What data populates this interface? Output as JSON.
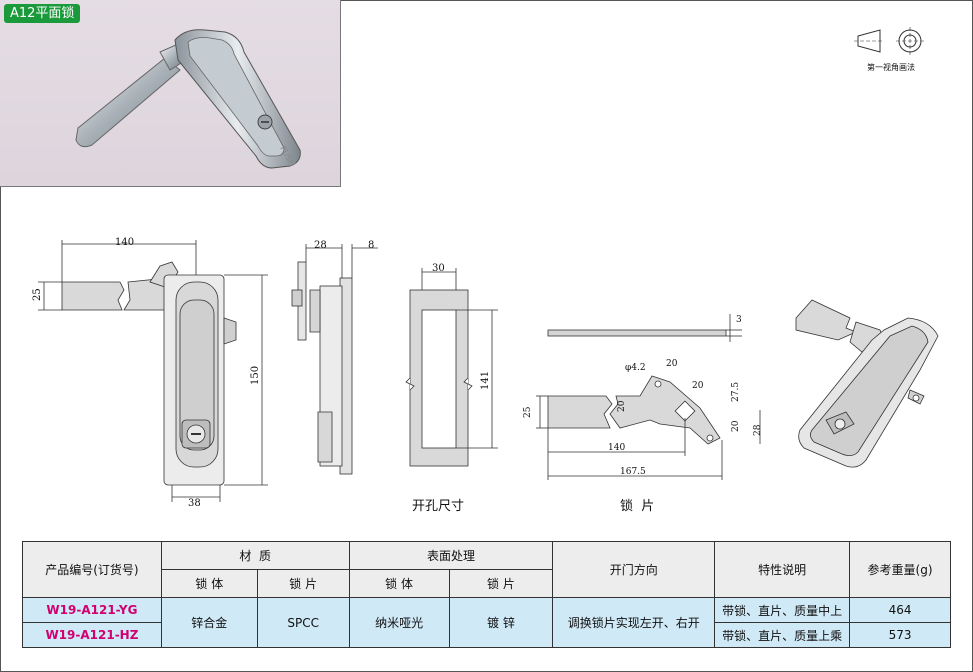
{
  "product_badge": "A12平面锁",
  "projection_label": "第一视角画法",
  "captions": {
    "cutout": "开孔尺寸",
    "plate": "锁  片"
  },
  "dimensions": {
    "front_width": "140",
    "front_height_left": "25",
    "front_height": "150",
    "front_bottom": "38",
    "side_28": "28",
    "side_8": "8",
    "cutout_width": "30",
    "cutout_height": "141",
    "plate_thick": "3",
    "plate_hole": "φ4.2",
    "plate_20a": "20",
    "plate_20b": "20",
    "plate_20c": "20",
    "plate_27_5": "27.5",
    "plate_20d": "20",
    "plate_28": "28",
    "plate_25": "25",
    "plate_140": "140",
    "plate_167_5": "167.5"
  },
  "table": {
    "headers": {
      "product_code": "产品编号(订货号)",
      "material": "材  质",
      "material_body": "锁 体",
      "material_plate": "锁 片",
      "surface": "表面处理",
      "surface_body": "锁 体",
      "surface_plate": "锁 片",
      "door_direction": "开门方向",
      "features": "特性说明",
      "weight": "参考重量(g)"
    },
    "rows": [
      {
        "code": "W19-A121-YG",
        "material_body": "锌合金",
        "material_plate": "SPCC",
        "surface_body": "纳米哑光",
        "surface_plate": "镀 锌",
        "door_direction": "调换锁片实现左开、右开",
        "features": "带锁、直片、质量中上",
        "weight": "464"
      },
      {
        "code": "W19-A121-HZ",
        "features": "带锁、直片、质量上乘",
        "weight": "573"
      }
    ]
  }
}
